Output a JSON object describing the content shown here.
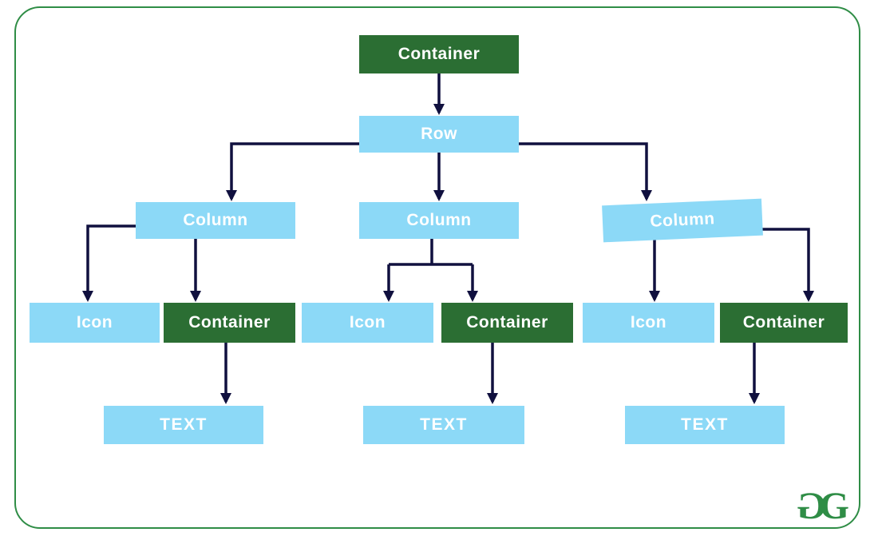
{
  "colors": {
    "border_green": "#2f8d46",
    "node_green": "#2b6e33",
    "node_blue": "#8cd9f7",
    "arrow_navy": "#10103f",
    "label_white": "#ffffff",
    "logo_green": "#2f8d46"
  },
  "nodes": {
    "root": {
      "label": "Container"
    },
    "row": {
      "label": "Row"
    },
    "col1": {
      "label": "Column"
    },
    "col2": {
      "label": "Column"
    },
    "col3": {
      "label": "Column"
    },
    "icon1": {
      "label": "Icon"
    },
    "cont1": {
      "label": "Container"
    },
    "icon2": {
      "label": "Icon"
    },
    "cont2": {
      "label": "Container"
    },
    "icon3": {
      "label": "Icon"
    },
    "cont3": {
      "label": "Container"
    },
    "text1": {
      "label": "TEXT"
    },
    "text2": {
      "label": "TEXT"
    },
    "text3": {
      "label": "TEXT"
    }
  },
  "edges": [
    [
      "root",
      "row"
    ],
    [
      "row",
      "col1"
    ],
    [
      "row",
      "col2"
    ],
    [
      "row",
      "col3"
    ],
    [
      "col1",
      "icon1"
    ],
    [
      "col1",
      "cont1"
    ],
    [
      "col2",
      "icon2"
    ],
    [
      "col2",
      "cont2"
    ],
    [
      "col3",
      "icon3"
    ],
    [
      "col3",
      "cont3"
    ],
    [
      "cont1",
      "text1"
    ],
    [
      "cont2",
      "text2"
    ],
    [
      "cont3",
      "text3"
    ]
  ],
  "logo": {
    "left_glyph": "G",
    "right_glyph": "G"
  }
}
